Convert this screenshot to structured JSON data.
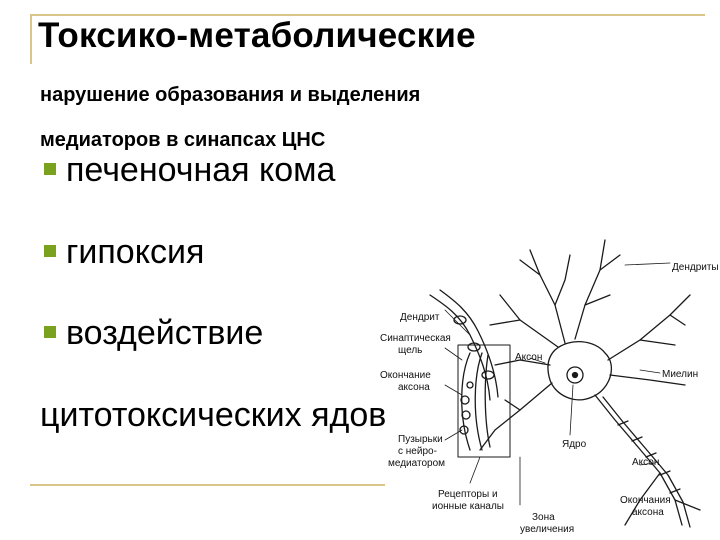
{
  "slide": {
    "title": "Токсико-метаболические",
    "subtitle_line1": "нарушение образования и выделения",
    "subtitle_line2": "медиаторов в синапсах ЦНС",
    "bullets": [
      "печеночная кома",
      "гипоксия",
      "воздействие"
    ],
    "continuation": "цитотоксических ядов",
    "bullet_color": "#7aa21e",
    "accent_rule_color": "#d9c58a"
  },
  "diagram": {
    "labels": {
      "dendrites": "Дендриты",
      "dendrite": "Дендрит",
      "synaptic_cleft_1": "Синаптическая",
      "synaptic_cleft_2": "щель",
      "axon_terminal_1": "Окончание",
      "axon_terminal_2": "аксона",
      "vesicles_1": "Пузырьки",
      "vesicles_2": "с нейро-",
      "vesicles_3": "медиатором",
      "receptors_1": "Рецепторы и",
      "receptors_2": "ионные каналы",
      "zoom_1": "Зона",
      "zoom_2": "увеличения",
      "axon_top": "Аксон",
      "nucleus": "Ядро",
      "axon_bottom": "Аксон",
      "myelin": "Миелин",
      "axon_endings_1": "Окончания",
      "axon_endings_2": "аксона"
    }
  }
}
